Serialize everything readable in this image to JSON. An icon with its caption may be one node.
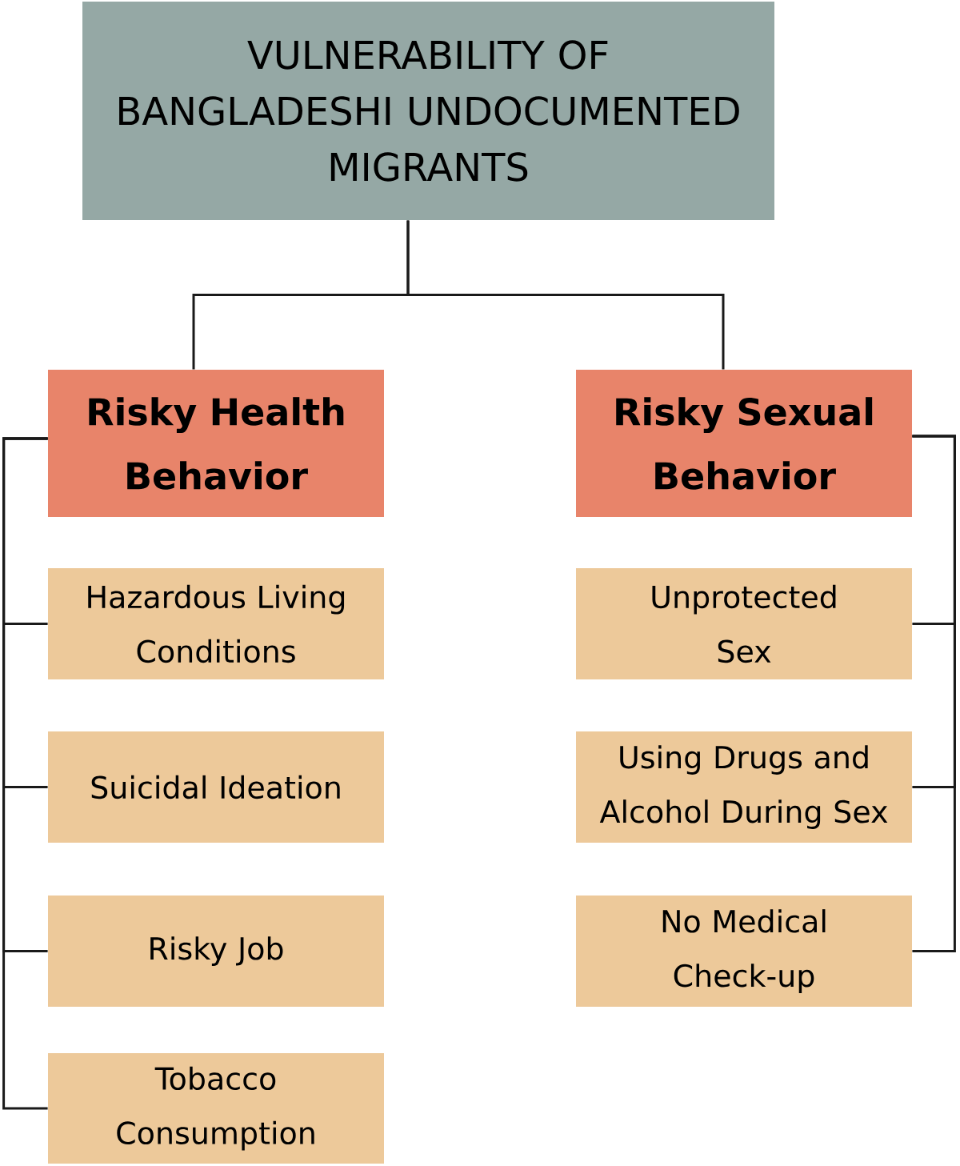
{
  "diagram": {
    "nodes": [
      {
        "text": [
          "VULNERABILITY OF BANGLADESHI UNDOCUMENTED MIGRANTS"
        ]
      },
      {
        "text": [
          "Risky Health Behavior"
        ]
      },
      {
        "text": [
          "Risky Sexual Behavior"
        ]
      },
      {
        "text": [
          "Hazardous Living Conditions"
        ]
      },
      {
        "text": [
          "Unprotected Sex"
        ]
      },
      {
        "text": [
          "Suicidal Ideation"
        ]
      },
      {
        "text": [
          "Using Drugs and Alcohol During Sex"
        ]
      },
      {
        "text": [
          "Risky Job"
        ]
      },
      {
        "text": [
          "No Medical Check-up"
        ]
      },
      {
        "text": [
          "Tobacco Consumption"
        ]
      }
    ],
    "edges": [
      {
        "from": 0,
        "to": 1,
        "arrow": "none"
      },
      {
        "from": 0,
        "to": 2,
        "arrow": "none"
      },
      {
        "from": 1,
        "to": 3,
        "arrow": "none"
      },
      {
        "from": 1,
        "to": 5,
        "arrow": "none"
      },
      {
        "from": 1,
        "to": 7,
        "arrow": "none"
      },
      {
        "from": 1,
        "to": 9,
        "arrow": "none"
      },
      {
        "from": 2,
        "to": 4,
        "arrow": "none"
      },
      {
        "from": 2,
        "to": 6,
        "arrow": "none"
      },
      {
        "from": 2,
        "to": 8,
        "arrow": "none"
      }
    ]
  }
}
